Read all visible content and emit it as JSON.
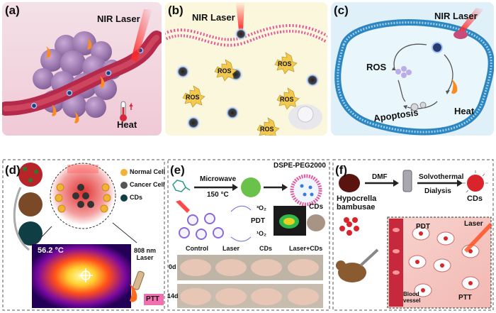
{
  "panel_a": {
    "label": "(a)",
    "laser": "NIR Laser",
    "heat": "Heat"
  },
  "panel_b": {
    "label": "(b)",
    "laser": "NIR Laser",
    "ros": "ROS"
  },
  "panel_c": {
    "label": "(c)",
    "laser": "NIR Laser",
    "ros": "ROS",
    "apoptosis": "Apoptosis",
    "heat": "Heat"
  },
  "panel_d": {
    "label": "(d)",
    "legend": [
      "Normal Cell",
      "Cancer Cell",
      "CDs"
    ],
    "temp": "56.2 °C",
    "laser": "808 nm\nLaser",
    "ptt": "PTT"
  },
  "panel_e": {
    "label": "(e)",
    "microwave": "Microwave",
    "temp": "150 °C",
    "dspe": "DSPE-PEG2000",
    "cds": "CDs",
    "o2a": "³O₂",
    "pdt": "PDT",
    "o2b": "¹O₂",
    "cols": [
      "Control",
      "Laser",
      "CDs",
      "Laser+CDs"
    ],
    "rows": [
      "0d",
      "14d"
    ]
  },
  "panel_f": {
    "label": "(f)",
    "dmf": "DMF",
    "solvo": "Solvothermal",
    "dialysis": "Dialysis",
    "source": "Hypocrella\nbambusae",
    "cds": "CDs",
    "pdt": "PDT",
    "laser": "Laser",
    "ptt": "PTT",
    "vessel": "Blood\nvessel"
  },
  "colors": {
    "tumor_bg": "#f6dde6",
    "ros_bg": "#fbf7dc",
    "cell_bg": "#dff0f8",
    "vessel": "#b5294a",
    "ptt_tag": "#f26fb0"
  }
}
